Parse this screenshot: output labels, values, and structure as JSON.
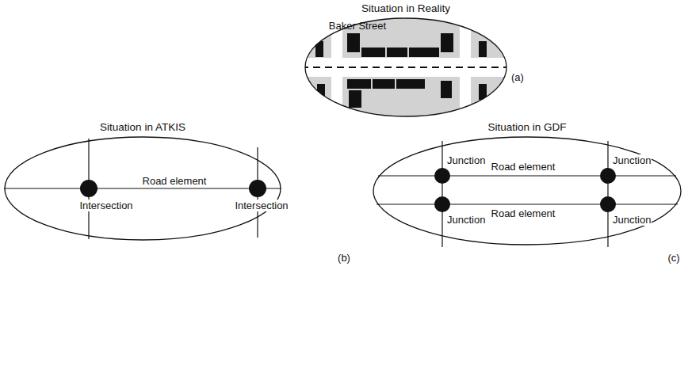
{
  "diagram": {
    "nodes": [
      {
        "text": [
          "Situation in Reality"
        ]
      },
      {
        "text": [
          "Situation in ATKIS"
        ]
      },
      {
        "text": [
          "Situation in GDF"
        ]
      }
    ],
    "labels": [
      "Baker Street",
      "(a)",
      "Road element",
      "Intersection",
      "Intersection",
      "(b)",
      "Junction",
      "Road element",
      "Junction",
      "Junction",
      "Road element",
      "Junction",
      "(c)"
    ]
  }
}
